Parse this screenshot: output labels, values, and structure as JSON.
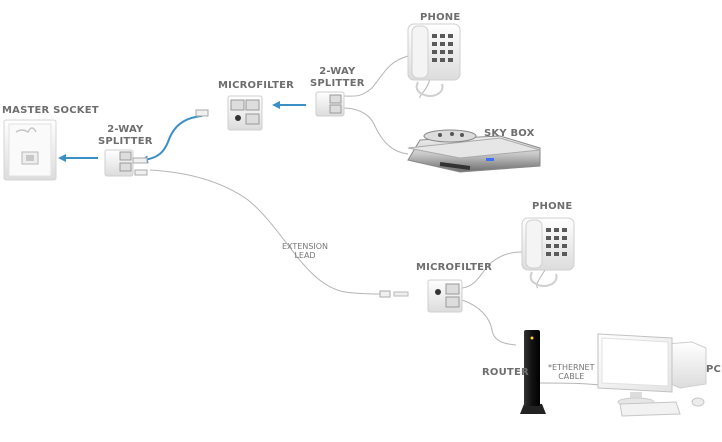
{
  "labels": {
    "master_socket": "MASTER SOCKET",
    "splitter_1_line1": "2-WAY",
    "splitter_1_line2": "SPLITTER",
    "microfilter_1": "MICROFILTER",
    "splitter_2_line1": "2-WAY",
    "splitter_2_line2": "SPLITTER",
    "phone_1": "PHONE",
    "sky_box": "SKY BOX",
    "extension_line1": "EXTENSION",
    "extension_line2": "LEAD",
    "microfilter_2": "MICROFILTER",
    "phone_2": "PHONE",
    "router": "ROUTER",
    "ethernet_line1": "*ETHERNET",
    "ethernet_line2": "CABLE",
    "pc": "PC"
  },
  "colors": {
    "arrow": "#3a8fc4",
    "cable": "#b5b5b5",
    "label": "#6e6e6e",
    "device": "#eeeeee"
  },
  "icons": [
    "wall-socket-icon",
    "splitter-icon",
    "microfilter-icon",
    "phone-icon",
    "sky-box-icon",
    "router-icon",
    "pc-icon"
  ]
}
